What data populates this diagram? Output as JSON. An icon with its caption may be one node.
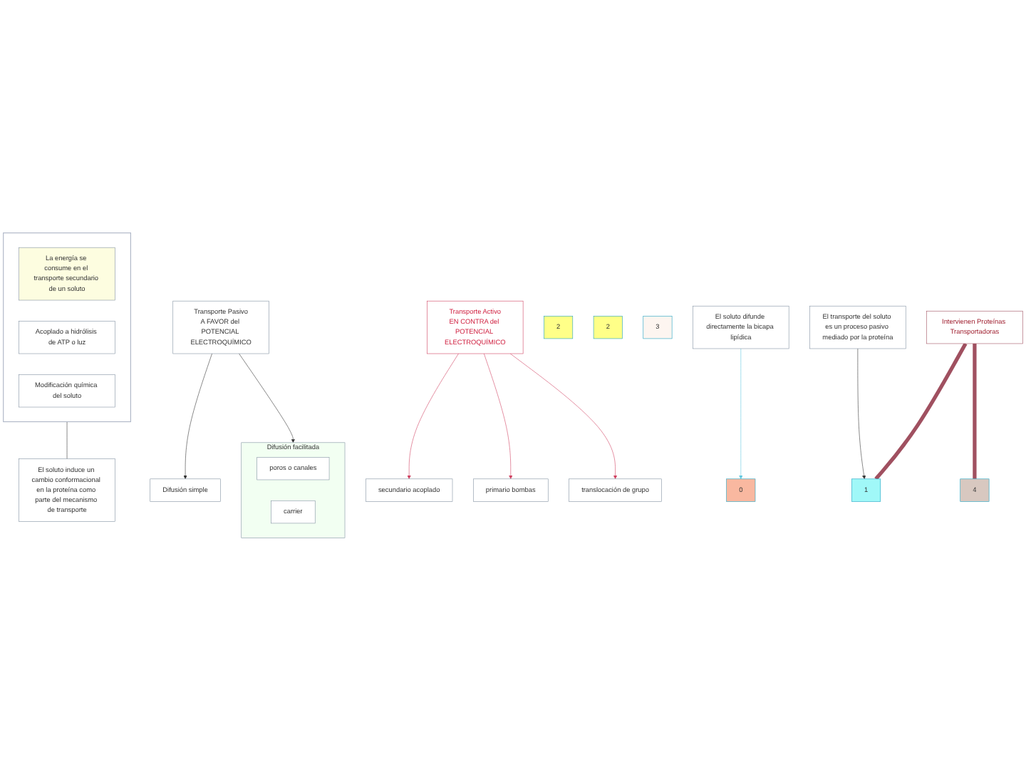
{
  "diagram": {
    "nodes": [
      {
        "text": [
          "Transporte Pasivo",
          "A FAVOR del POTENCIAL ELECTROQUÍMICO"
        ]
      },
      {
        "text": [
          "Transporte Activo",
          "EN CONTRA del POTENCIAL ELECTROQUÍMICO"
        ]
      },
      {
        "text": [
          "Difusión simple"
        ]
      },
      {
        "text": [
          "Difusión facilitada"
        ]
      },
      {
        "text": [
          "poros o canales"
        ],
        "in": 3
      },
      {
        "text": [
          "carrier"
        ],
        "in": 3
      },
      {
        "text": [
          "secundario acoplado"
        ]
      },
      {
        "text": [
          "primario bombas"
        ]
      },
      {
        "text": [
          "translocación de grupo"
        ]
      },
      {
        "text": [
          "0"
        ]
      },
      {
        "text": [
          "1"
        ]
      },
      {
        "text": [
          "2"
        ]
      },
      {
        "text": [
          "2"
        ]
      },
      {
        "text": [
          "3"
        ]
      },
      {
        "text": [
          "4"
        ]
      },
      {
        "text": [
          "El soluto difunde directamente la bicapa lipídica"
        ]
      },
      {
        "text": [
          "El transporte del soluto es un proceso pasivo mediado por la proteína"
        ]
      },
      {
        "text": [],
        "shape": "box"
      },
      {
        "text": [
          "La energía se consume en el transporte secundario de un soluto"
        ],
        "in": 17
      },
      {
        "text": [
          "Acoplado a hidrólisis de ATP o luz"
        ],
        "in": 17
      },
      {
        "text": [
          "Modificación química del soluto"
        ],
        "in": 17
      },
      {
        "text": [
          "El soluto induce un cambio conformacional en la proteína como parte del mecanismo de transporte"
        ]
      },
      {
        "text": [
          "Intervienen Proteínas Transportadoras"
        ]
      }
    ],
    "edges": [
      {
        "from": 0,
        "to": 2,
        "arrow": "to"
      },
      {
        "from": 0,
        "to": 3,
        "arrow": "to"
      },
      {
        "from": 1,
        "to": 6,
        "arrow": "to",
        "color": "#d04060"
      },
      {
        "from": 1,
        "to": 7,
        "arrow": "to",
        "color": "#d04060"
      },
      {
        "from": 1,
        "to": 8,
        "arrow": "to",
        "color": "#d04060"
      },
      {
        "from": 15,
        "to": 9,
        "arrow": "to",
        "color": "#60c8e0"
      },
      {
        "from": 16,
        "to": 10,
        "arrow": "to"
      },
      {
        "from": 17,
        "to": 21,
        "arrow": "none"
      },
      {
        "from": 22,
        "to": 10,
        "arrow": "none",
        "style": "thick",
        "color": "#a05060"
      },
      {
        "from": 22,
        "to": 14,
        "arrow": "none",
        "style": "thick",
        "color": "#a05060"
      }
    ]
  }
}
